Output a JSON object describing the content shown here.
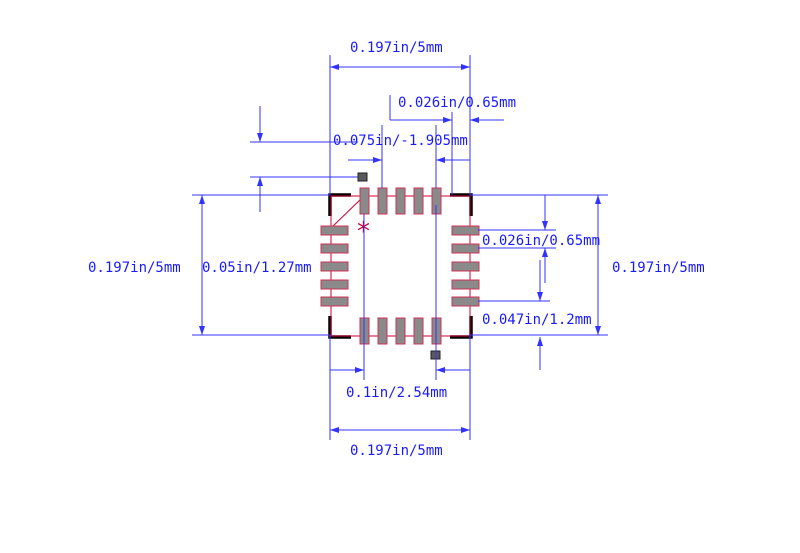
{
  "colors": {
    "dimension": "#3333ff",
    "outline": "#000000",
    "pad_fill": "#8a8a8a",
    "pad_border": "#cc3355",
    "pin1_marker": "#cc0033"
  },
  "labels": {
    "top_width": "0.197in/5mm",
    "pitch_top": "0.026in/0.65mm",
    "pad_offset": "0.075in/-1.905mm",
    "left_height": "0.197in/5mm",
    "pad_length": "0.05in/1.27mm",
    "right_height": "0.197in/5mm",
    "pitch_right": "0.026in/0.65mm",
    "pad_width_right": "0.047in/1.2mm",
    "span_bottom": "0.1in/2.54mm",
    "bottom_width": "0.197in/5mm"
  },
  "pin1_symbol": "*"
}
